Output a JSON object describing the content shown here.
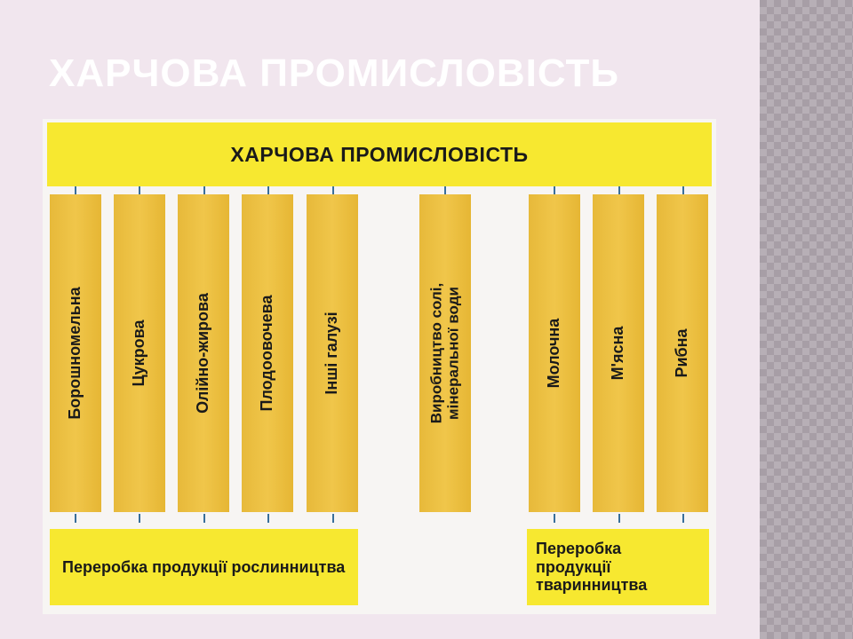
{
  "slide_title": "ХАРЧОВА ПРОМИСЛОВІСТЬ",
  "diagram": {
    "header": "ХАРЧОВА ПРОМИСЛОВІСТЬ",
    "columns": [
      "Борошномельна",
      "Цукрова",
      "Олійно-жирова",
      "Плодоовочева",
      "Інші галузі",
      "Виробництво солі, мінеральної води",
      "Молочна",
      "М'ясна",
      "Рибна"
    ],
    "footer_plant": "Переробка продукції рослинництва",
    "footer_animal": "Переробка продукції тваринництва"
  },
  "colors": {
    "background": "#f1e6ee",
    "header_yellow": "#f7e830",
    "column_gold": "#efc247",
    "tick_blue": "#3a6f9a"
  }
}
